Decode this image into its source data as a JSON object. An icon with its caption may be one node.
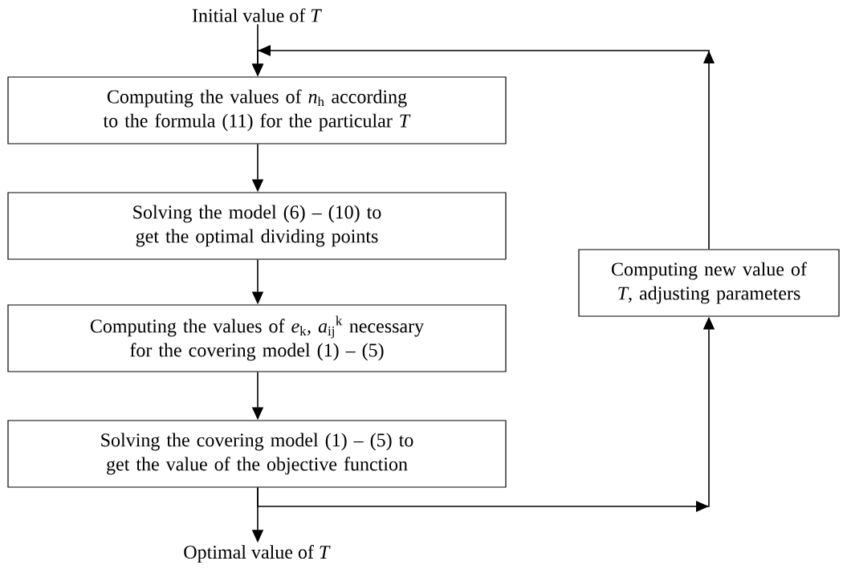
{
  "diagram": {
    "nodes": [
      {
        "text": [
          "Initial value of *T*"
        ]
      },
      {
        "text": [
          "Computing the values of *n*$_{h}$ according to the formula (11) for the particular *T*"
        ]
      },
      {
        "text": [
          "Solving the model (6) – (10) to get the optimal dividing points"
        ]
      },
      {
        "text": [
          "Computing the values of *e*$_{k}$, *a*$_{ij}$$^{k}$ necessary for the covering model (1) – (5)"
        ]
      },
      {
        "text": [
          "Solving the covering model (1) – (5) to get the value of the objective function"
        ]
      },
      {
        "text": [
          "Optimal value of *T*"
        ]
      },
      {
        "text": [
          "Computing new value of *T*, adjusting parameters"
        ]
      }
    ],
    "edges": [
      {
        "from": 0,
        "to": 1,
        "arrow": "to"
      },
      {
        "from": 1,
        "to": 2,
        "arrow": "to"
      },
      {
        "from": 2,
        "to": 3,
        "arrow": "to"
      },
      {
        "from": 3,
        "to": 4,
        "arrow": "to"
      },
      {
        "from": 4,
        "to": 5,
        "arrow": "to"
      },
      {
        "from": 4,
        "to": 6,
        "arrow": "to"
      },
      {
        "from": 6,
        "to": 1,
        "arrow": "to"
      }
    ]
  }
}
